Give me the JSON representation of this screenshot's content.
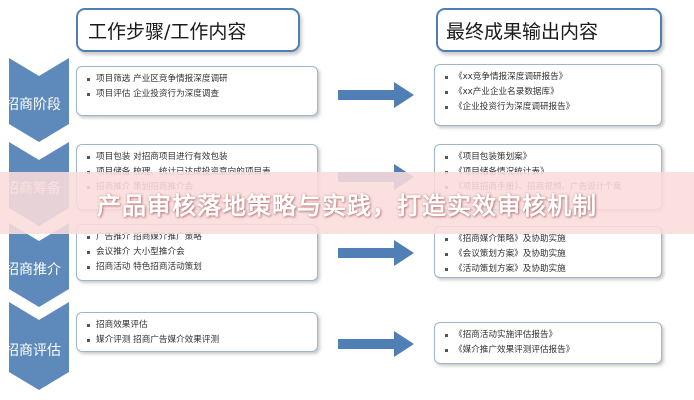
{
  "header_left": "工作步骤/工作内容",
  "header_right": "最终成果输出内容",
  "stages": [
    {
      "label": "招商阶段",
      "work": [
        "项目筛选 产业区竞争情报深度调研",
        "项目评估 企业投资行为深度调查"
      ],
      "out": [
        "《xx竞争情报深度调研报告》",
        "《xx产业企业名录数据库》",
        "《企业投资行为深度调研报告》"
      ]
    },
    {
      "label": "招商筹备",
      "work": [
        "项目包装 对招商项目进行有效包装",
        "项目储备 梳理、统计已达成投资意向的项目表",
        "招商推介 策划招商推介会"
      ],
      "out": [
        "《项目包装策划案》",
        "《项目储备情况统计表》",
        "《项目招商手册》、招商视频、广告设计个案"
      ]
    },
    {
      "label": "招商推介",
      "work": [
        "广告推介 招商媒介推广策略",
        "会议推介 大小型推介会",
        "招商活动 特色招商活动策划"
      ],
      "out": [
        "《招商媒介策略》及协助实施",
        "《会议策划方案》及协助实施",
        "《活动策划方案》及协助实施"
      ]
    },
    {
      "label": "招商评估",
      "work": [
        "招商效果评估",
        "媒介评测 招商广告媒介效果评测"
      ],
      "out": [
        "《招商活动实施评估报告》",
        "《媒介推广效果评测评估报告》"
      ]
    }
  ],
  "banner": "产品审核落地策略与实践，打造实效审核机制",
  "colors": {
    "chevron": "#4f7fb5",
    "arrow": "#4f7fb5",
    "box_border": "#9fb4cf",
    "header_border": "#4f7fb5"
  }
}
